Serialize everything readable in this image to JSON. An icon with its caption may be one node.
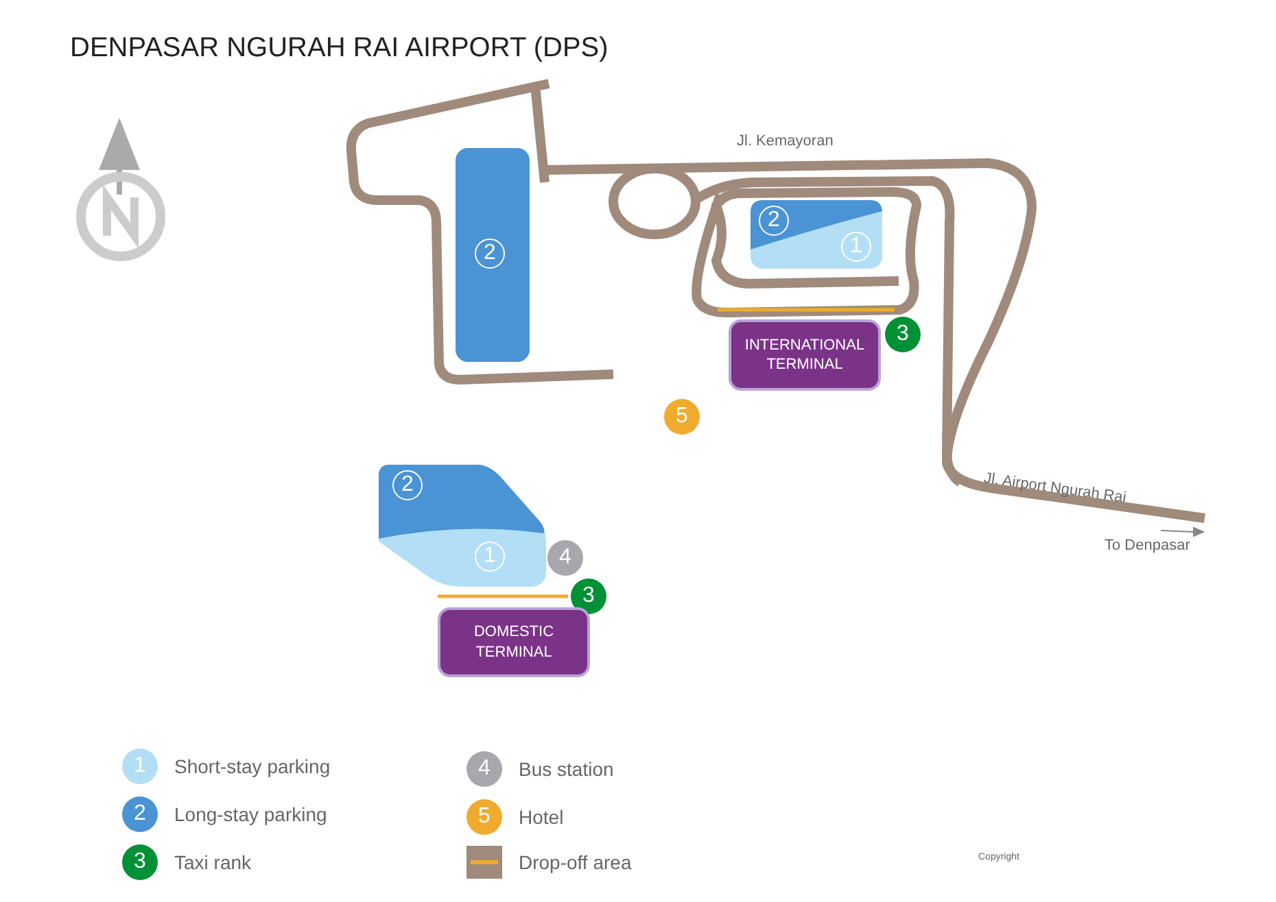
{
  "diagram": {
    "title": "DENPASAR NGURAH RAI AIRPORT (DPS)",
    "nodes": [
      {
        "text": [
          "2"
        ]
      },
      {
        "text": [
          "2",
          "1"
        ]
      },
      {
        "text": [
          "INTERNATIONAL TERMINAL"
        ]
      },
      {
        "text": [
          "3"
        ]
      },
      {
        "text": [
          "5"
        ]
      },
      {
        "text": [
          "2",
          "1"
        ]
      },
      {
        "text": [
          "4"
        ]
      },
      {
        "text": [
          "3"
        ]
      },
      {
        "text": [
          "DOMESTIC TERMINAL"
        ]
      }
    ],
    "labels": [
      "Jl. Kemayoran",
      "Jl. Airport Ngurah Rai",
      "To Denpasar",
      "1",
      "2",
      "3",
      "4",
      "5",
      "Copyright"
    ],
    "legend": [
      {
        "text": "Short-stay parking",
        "color": "#b3dff6"
      },
      {
        "text": "Long-stay parking",
        "color": "#4a93d4"
      },
      {
        "text": "Taxi rank",
        "color": "#009036"
      },
      {
        "text": "Bus station",
        "color": "#a7a7ad"
      },
      {
        "text": "Hotel",
        "color": "#f0ab2f"
      },
      {
        "text": "Drop-off area"
      }
    ]
  }
}
